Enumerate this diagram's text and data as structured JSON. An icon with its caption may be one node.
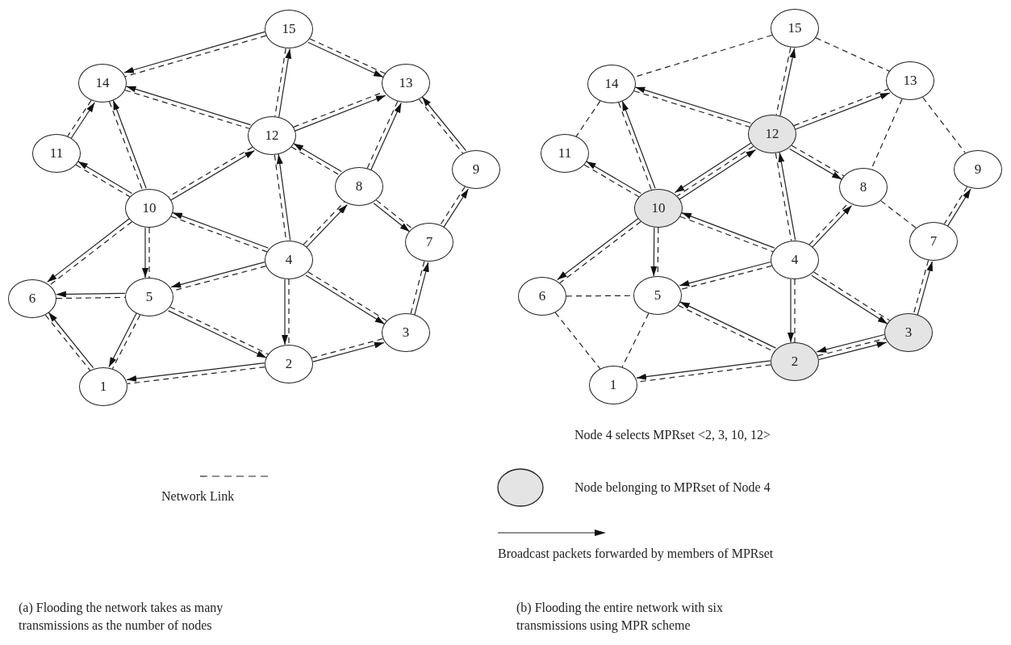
{
  "diagram": {
    "nodes": [
      {
        "text": [
          "1"
        ]
      },
      {
        "text": [
          "2"
        ]
      },
      {
        "text": [
          "3"
        ]
      },
      {
        "text": [
          "4"
        ]
      },
      {
        "text": [
          "5"
        ]
      },
      {
        "text": [
          "6"
        ]
      },
      {
        "text": [
          "7"
        ]
      },
      {
        "text": [
          "8"
        ]
      },
      {
        "text": [
          "9"
        ]
      },
      {
        "text": [
          "10"
        ]
      },
      {
        "text": [
          "11"
        ]
      },
      {
        "text": [
          "12"
        ]
      },
      {
        "text": [
          "13"
        ]
      },
      {
        "text": [
          "14"
        ]
      },
      {
        "text": [
          "15"
        ]
      },
      {
        "text": [
          "1"
        ]
      },
      {
        "text": [
          "2"
        ]
      },
      {
        "text": [
          "3"
        ]
      },
      {
        "text": [
          "4"
        ]
      },
      {
        "text": [
          "5"
        ]
      },
      {
        "text": [
          "6"
        ]
      },
      {
        "text": [
          "7"
        ]
      },
      {
        "text": [
          "8"
        ]
      },
      {
        "text": [
          "9"
        ]
      },
      {
        "text": [
          "10"
        ]
      },
      {
        "text": [
          "11"
        ]
      },
      {
        "text": [
          "12"
        ]
      },
      {
        "text": [
          "13"
        ]
      },
      {
        "text": [
          "14"
        ]
      },
      {
        "text": [
          "15"
        ]
      }
    ],
    "edges": [
      {
        "from": 14,
        "to": 13,
        "arrow": "none",
        "style": "dashed"
      },
      {
        "from": 14,
        "to": 11,
        "arrow": "none",
        "style": "dashed"
      },
      {
        "from": 14,
        "to": 12,
        "arrow": "none",
        "style": "dashed"
      },
      {
        "from": 13,
        "to": 10,
        "arrow": "none",
        "style": "dashed"
      },
      {
        "from": 13,
        "to": 11,
        "arrow": "none",
        "style": "dashed"
      },
      {
        "from": 13,
        "to": 9,
        "arrow": "none",
        "style": "dashed"
      },
      {
        "from": 11,
        "to": 12,
        "arrow": "none",
        "style": "dashed"
      },
      {
        "from": 11,
        "to": 9,
        "arrow": "none",
        "style": "dashed"
      },
      {
        "from": 11,
        "to": 7,
        "arrow": "none",
        "style": "dashed"
      },
      {
        "from": 11,
        "to": 3,
        "arrow": "none",
        "style": "dashed"
      },
      {
        "from": 12,
        "to": 7,
        "arrow": "none",
        "style": "dashed"
      },
      {
        "from": 12,
        "to": 8,
        "arrow": "none",
        "style": "dashed"
      },
      {
        "from": 10,
        "to": 9,
        "arrow": "none",
        "style": "dashed"
      },
      {
        "from": 9,
        "to": 5,
        "arrow": "none",
        "style": "dashed"
      },
      {
        "from": 9,
        "to": 4,
        "arrow": "none",
        "style": "dashed"
      },
      {
        "from": 9,
        "to": 3,
        "arrow": "none",
        "style": "dashed"
      },
      {
        "from": 3,
        "to": 4,
        "arrow": "none",
        "style": "dashed"
      },
      {
        "from": 3,
        "to": 7,
        "arrow": "none",
        "style": "dashed"
      },
      {
        "from": 3,
        "to": 1,
        "arrow": "none",
        "style": "dashed"
      },
      {
        "from": 3,
        "to": 2,
        "arrow": "none",
        "style": "dashed"
      },
      {
        "from": 7,
        "to": 6,
        "arrow": "none",
        "style": "dashed"
      },
      {
        "from": 8,
        "to": 6,
        "arrow": "none",
        "style": "dashed"
      },
      {
        "from": 6,
        "to": 2,
        "arrow": "none",
        "style": "dashed"
      },
      {
        "from": 5,
        "to": 4,
        "arrow": "none",
        "style": "dashed"
      },
      {
        "from": 5,
        "to": 0,
        "arrow": "none",
        "style": "dashed"
      },
      {
        "from": 4,
        "to": 0,
        "arrow": "none",
        "style": "dashed"
      },
      {
        "from": 4,
        "to": 1,
        "arrow": "none",
        "style": "dashed"
      },
      {
        "from": 1,
        "to": 0,
        "arrow": "none",
        "style": "dashed"
      },
      {
        "from": 1,
        "to": 2,
        "arrow": "none",
        "style": "dashed"
      },
      {
        "from": 14,
        "to": 13,
        "arrow": "to"
      },
      {
        "from": 14,
        "to": 12,
        "arrow": "to"
      },
      {
        "from": 11,
        "to": 14,
        "arrow": "to"
      },
      {
        "from": 11,
        "to": 13,
        "arrow": "to"
      },
      {
        "from": 11,
        "to": 12,
        "arrow": "to"
      },
      {
        "from": 10,
        "to": 13,
        "arrow": "to"
      },
      {
        "from": 9,
        "to": 13,
        "arrow": "to"
      },
      {
        "from": 9,
        "to": 10,
        "arrow": "to"
      },
      {
        "from": 9,
        "to": 11,
        "arrow": "to"
      },
      {
        "from": 7,
        "to": 11,
        "arrow": "to"
      },
      {
        "from": 7,
        "to": 12,
        "arrow": "to"
      },
      {
        "from": 8,
        "to": 12,
        "arrow": "to"
      },
      {
        "from": 7,
        "to": 6,
        "arrow": "to"
      },
      {
        "from": 6,
        "to": 8,
        "arrow": "to"
      },
      {
        "from": 2,
        "to": 6,
        "arrow": "to"
      },
      {
        "from": 3,
        "to": 9,
        "arrow": "to"
      },
      {
        "from": 3,
        "to": 11,
        "arrow": "to"
      },
      {
        "from": 3,
        "to": 7,
        "arrow": "to"
      },
      {
        "from": 3,
        "to": 4,
        "arrow": "to"
      },
      {
        "from": 3,
        "to": 1,
        "arrow": "to"
      },
      {
        "from": 3,
        "to": 2,
        "arrow": "to"
      },
      {
        "from": 9,
        "to": 5,
        "arrow": "to"
      },
      {
        "from": 9,
        "to": 4,
        "arrow": "to"
      },
      {
        "from": 4,
        "to": 5,
        "arrow": "to"
      },
      {
        "from": 4,
        "to": 0,
        "arrow": "to"
      },
      {
        "from": 4,
        "to": 1,
        "arrow": "to"
      },
      {
        "from": 0,
        "to": 5,
        "arrow": "to"
      },
      {
        "from": 1,
        "to": 0,
        "arrow": "to"
      },
      {
        "from": 1,
        "to": 2,
        "arrow": "to"
      },
      {
        "from": 29,
        "to": 28,
        "arrow": "none",
        "style": "dashed"
      },
      {
        "from": 29,
        "to": 26,
        "arrow": "none",
        "style": "dashed"
      },
      {
        "from": 29,
        "to": 27,
        "arrow": "none",
        "style": "dashed"
      },
      {
        "from": 28,
        "to": 25,
        "arrow": "none",
        "style": "dashed"
      },
      {
        "from": 28,
        "to": 26,
        "arrow": "none",
        "style": "dashed"
      },
      {
        "from": 28,
        "to": 24,
        "arrow": "none",
        "style": "dashed"
      },
      {
        "from": 26,
        "to": 27,
        "arrow": "none",
        "style": "dashed"
      },
      {
        "from": 26,
        "to": 24,
        "arrow": "none",
        "style": "dashed"
      },
      {
        "from": 26,
        "to": 22,
        "arrow": "none",
        "style": "dashed"
      },
      {
        "from": 26,
        "to": 18,
        "arrow": "none",
        "style": "dashed"
      },
      {
        "from": 27,
        "to": 22,
        "arrow": "none",
        "style": "dashed"
      },
      {
        "from": 27,
        "to": 23,
        "arrow": "none",
        "style": "dashed"
      },
      {
        "from": 25,
        "to": 24,
        "arrow": "none",
        "style": "dashed"
      },
      {
        "from": 24,
        "to": 20,
        "arrow": "none",
        "style": "dashed"
      },
      {
        "from": 24,
        "to": 19,
        "arrow": "none",
        "style": "dashed"
      },
      {
        "from": 24,
        "to": 18,
        "arrow": "none",
        "style": "dashed"
      },
      {
        "from": 18,
        "to": 19,
        "arrow": "none",
        "style": "dashed"
      },
      {
        "from": 18,
        "to": 22,
        "arrow": "none",
        "style": "dashed"
      },
      {
        "from": 18,
        "to": 16,
        "arrow": "none",
        "style": "dashed"
      },
      {
        "from": 18,
        "to": 17,
        "arrow": "none",
        "style": "dashed"
      },
      {
        "from": 22,
        "to": 21,
        "arrow": "none",
        "style": "dashed"
      },
      {
        "from": 23,
        "to": 21,
        "arrow": "none",
        "style": "dashed"
      },
      {
        "from": 21,
        "to": 17,
        "arrow": "none",
        "style": "dashed"
      },
      {
        "from": 20,
        "to": 19,
        "arrow": "none",
        "style": "dashed"
      },
      {
        "from": 20,
        "to": 15,
        "arrow": "none",
        "style": "dashed"
      },
      {
        "from": 19,
        "to": 15,
        "arrow": "none",
        "style": "dashed"
      },
      {
        "from": 19,
        "to": 16,
        "arrow": "none",
        "style": "dashed"
      },
      {
        "from": 16,
        "to": 15,
        "arrow": "none",
        "style": "dashed"
      },
      {
        "from": 16,
        "to": 17,
        "arrow": "none",
        "style": "dashed"
      },
      {
        "from": 26,
        "to": 29,
        "arrow": "to"
      },
      {
        "from": 26,
        "to": 28,
        "arrow": "to"
      },
      {
        "from": 26,
        "to": 27,
        "arrow": "to"
      },
      {
        "from": 26,
        "to": 22,
        "arrow": "to"
      },
      {
        "from": 26,
        "to": 24,
        "arrow": "to"
      },
      {
        "from": 24,
        "to": 26,
        "arrow": "to"
      },
      {
        "from": 24,
        "to": 28,
        "arrow": "to"
      },
      {
        "from": 24,
        "to": 25,
        "arrow": "to"
      },
      {
        "from": 24,
        "to": 20,
        "arrow": "to"
      },
      {
        "from": 24,
        "to": 19,
        "arrow": "to"
      },
      {
        "from": 18,
        "to": 24,
        "arrow": "to"
      },
      {
        "from": 18,
        "to": 26,
        "arrow": "to"
      },
      {
        "from": 18,
        "to": 22,
        "arrow": "to"
      },
      {
        "from": 18,
        "to": 19,
        "arrow": "to"
      },
      {
        "from": 18,
        "to": 17,
        "arrow": "to"
      },
      {
        "from": 18,
        "to": 16,
        "arrow": "to"
      },
      {
        "from": 16,
        "to": 19,
        "arrow": "to"
      },
      {
        "from": 16,
        "to": 15,
        "arrow": "to"
      },
      {
        "from": 16,
        "to": 17,
        "arrow": "to"
      },
      {
        "from": 17,
        "to": 16,
        "arrow": "to"
      },
      {
        "from": 17,
        "to": 21,
        "arrow": "to"
      },
      {
        "from": 21,
        "to": 23,
        "arrow": "to"
      }
    ],
    "labels": [
      "Node 4 selects MPRset <2, 3, 10, 12>",
      "(a) Flooding the network takes as many transmissions as the number of nodes",
      "(b) Flooding the entire network with six transmissions using MPR scheme"
    ],
    "legend": [
      {
        "text": "Network Link"
      },
      {
        "text": "Node belonging to MPRset of Node 4"
      },
      {
        "text": "Broadcast packets forwarded by members of MPRset"
      }
    ]
  }
}
